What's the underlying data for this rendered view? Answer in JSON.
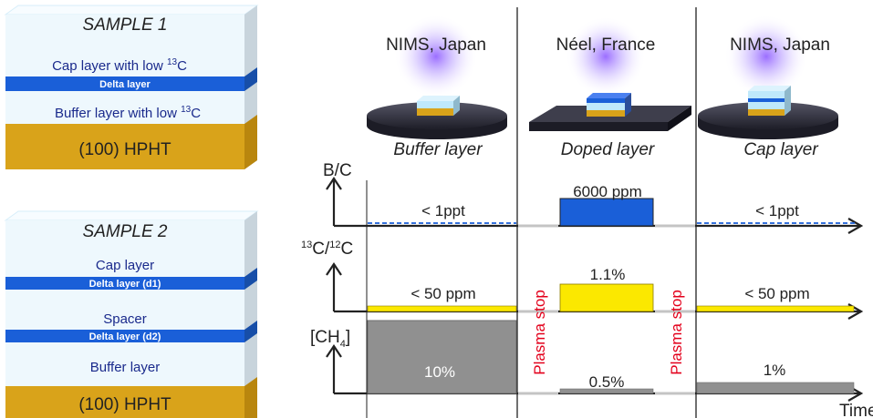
{
  "sample1": {
    "title": "SAMPLE 1",
    "cap_label": "Cap layer with low",
    "delta_label": "Delta layer",
    "buffer_label": "Buffer layer with low",
    "isotope_super": "13",
    "isotope_element": "C",
    "substrate_label": "(100) HPHT"
  },
  "sample2": {
    "title": "SAMPLE 2",
    "cap_label": "Cap layer",
    "delta1_label": "Delta layer (d1)",
    "spacer_label": "Spacer",
    "delta2_label": "Delta layer (d2)",
    "buffer_label": "Buffer layer",
    "substrate_label": "(100) HPHT"
  },
  "stages": [
    {
      "lab": "NIMS, Japan",
      "layer": "Buffer layer"
    },
    {
      "lab": "Néel, France",
      "layer": "Doped layer"
    },
    {
      "lab": "NIMS, Japan",
      "layer": "Cap layer"
    }
  ],
  "axes": {
    "bc_label": "B/C",
    "ratio_num_super": "13",
    "ratio_num": "C/",
    "ratio_den_super": "12",
    "ratio_den": "C",
    "ch4_label": "[CH",
    "ch4_sub": "4",
    "ch4_close": "]",
    "time_label": "Time"
  },
  "bc_row": {
    "buffer": "< 1ppt",
    "doped": "6000 ppm",
    "cap": "< 1ppt"
  },
  "isotope_row": {
    "buffer": "< 50 ppm",
    "doped": "1.1%",
    "cap": "< 50 ppm"
  },
  "ch4_row": {
    "buffer": "10%",
    "doped": "0.5%",
    "cap": "1%"
  },
  "plasma_stop": "Plasma stop",
  "colors": {
    "diamond": "#eef8fd",
    "delta": "#1a5fd8",
    "substrate": "#d9a31a",
    "yellow": "#fbe800",
    "gray": "#909090",
    "dark": "#2a2a3c",
    "red": "#e3001b"
  }
}
